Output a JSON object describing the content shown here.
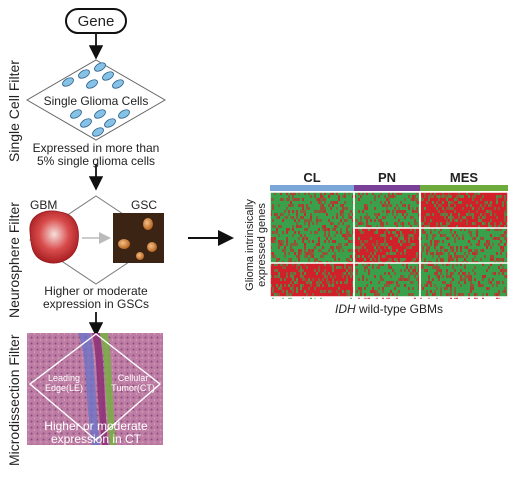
{
  "gene_box": "Gene",
  "filters": {
    "single_cell": "Single Cell Filter",
    "neurosphere": "Neurosphere Filter",
    "microdissection": "Microdissection Filter"
  },
  "single_cell_diamond": {
    "label": "Single Glioma Cells",
    "caption_line1": "Expressed in more than",
    "caption_line2": "5% single glioma cells"
  },
  "neurosphere_diamond": {
    "left_label": "GBM",
    "right_label": "GSC",
    "caption_line1": "Higher or moderate",
    "caption_line2": "expression in GSCs"
  },
  "microdissection_panel": {
    "left_label_line1": "Leading",
    "left_label_line2": "Edge(LE)",
    "right_label_line1": "Cellular",
    "right_label_line2": "Tumor(CT)",
    "caption_line1": "Higher or moderate",
    "caption_line2": "expression in CT"
  },
  "heatmap": {
    "groups": [
      "CL",
      "PN",
      "MES"
    ],
    "group_colors": [
      "#7aa6d8",
      "#7a3f97",
      "#6cab3c"
    ],
    "ylabel_line1": "Glioma intrinsically",
    "ylabel_line2": "expressed genes",
    "caption_italic": "IDH",
    "caption_rest": " wild-type GBMs",
    "colors": {
      "high": "#d0202a",
      "low": "#3aa14a"
    }
  }
}
